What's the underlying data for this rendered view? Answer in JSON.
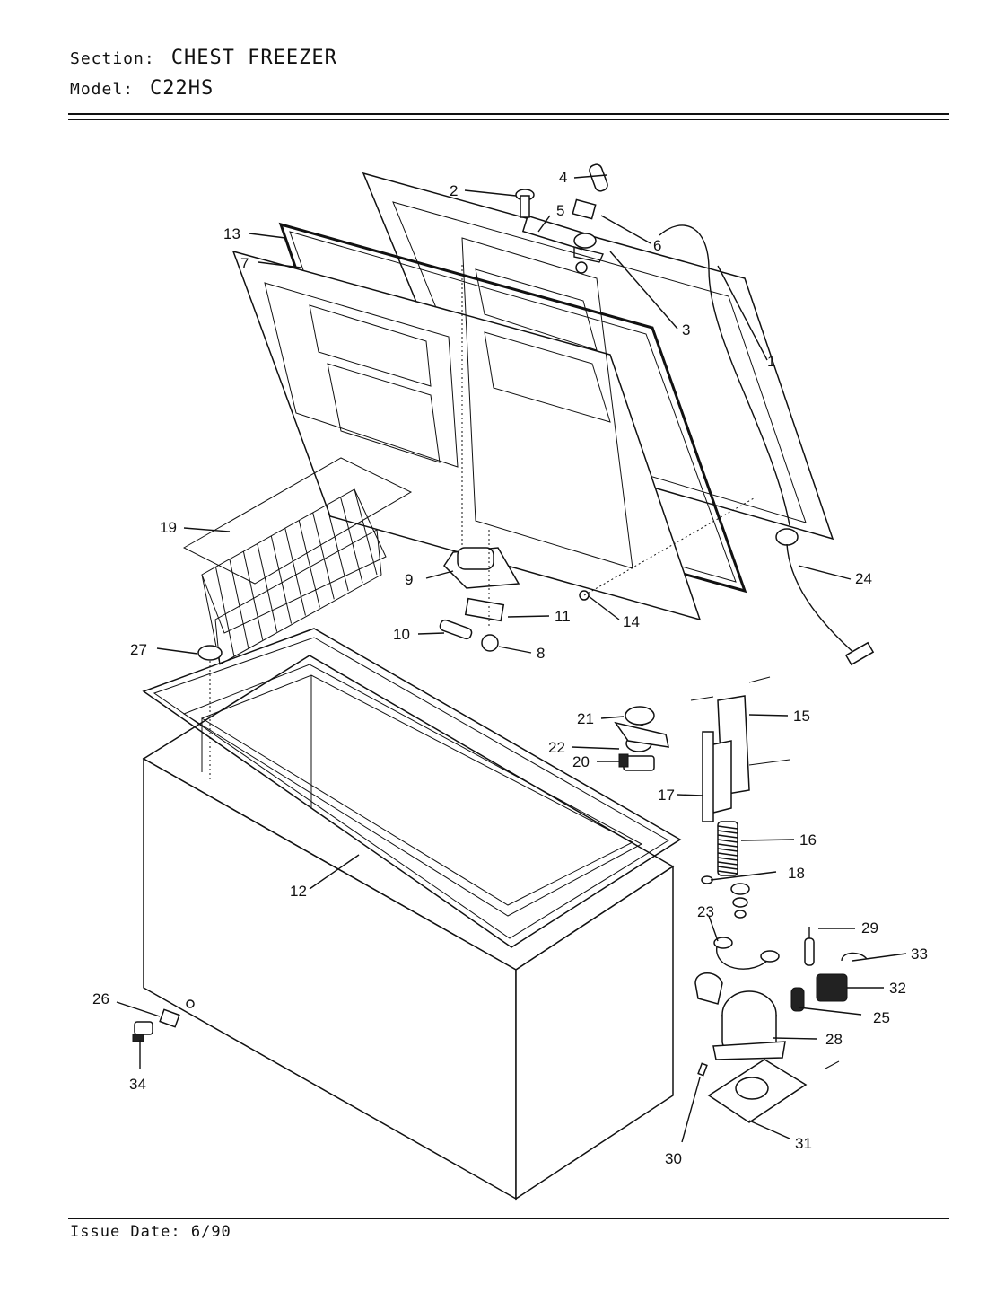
{
  "header": {
    "section_label": "Section:",
    "section_value": "CHEST FREEZER",
    "model_label": "Model:",
    "model_value": "C22HS"
  },
  "footer": {
    "issue_label": "Issue Date:",
    "issue_value": "6/90"
  },
  "parts": [
    "1",
    "2",
    "3",
    "4",
    "5",
    "6",
    "7",
    "8",
    "9",
    "10",
    "11",
    "12",
    "13",
    "14",
    "15",
    "16",
    "17",
    "18",
    "19",
    "20",
    "21",
    "22",
    "23",
    "24",
    "25",
    "26",
    "27",
    "28",
    "29",
    "30",
    "31",
    "32",
    "33",
    "34"
  ]
}
